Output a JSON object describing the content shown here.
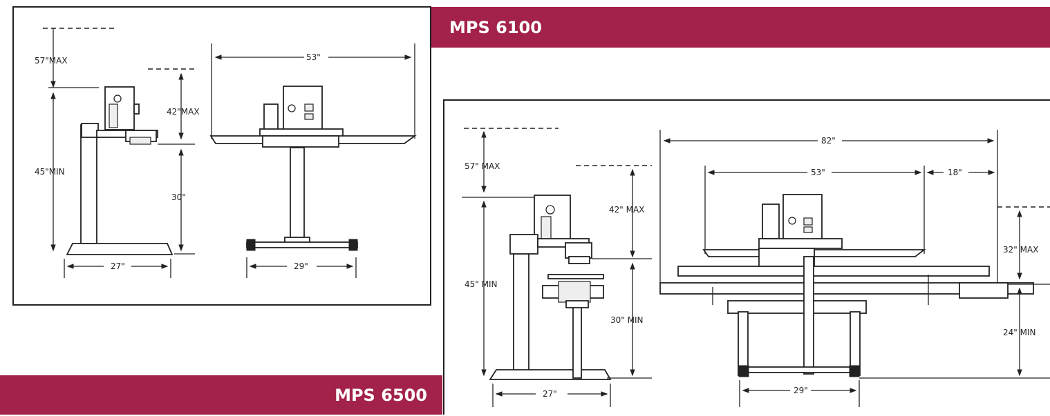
{
  "mps6100": {
    "title": "MPS 6100",
    "dims": {
      "max_height": "57\"MAX",
      "min_height": "45\"MIN",
      "base_width": "27\"",
      "platen_max": "42\"MAX",
      "table_height": "30\"",
      "table_width": "53\"",
      "base_depth": "29\""
    }
  },
  "mps6500": {
    "title": "MPS 6500",
    "dims": {
      "max_height": "57\" MAX",
      "min_height": "45\" MIN",
      "base_width": "27\"",
      "platen_max": "42\" MAX",
      "table_min": "30\" MIN",
      "overall_width": "82\"",
      "table_width": "53\"",
      "extension": "18\"",
      "right_max": "32\" MAX",
      "right_min": "24\" MIN",
      "base_depth": "29\""
    }
  },
  "colors": {
    "banner": "#a32249",
    "line": "#222222"
  }
}
